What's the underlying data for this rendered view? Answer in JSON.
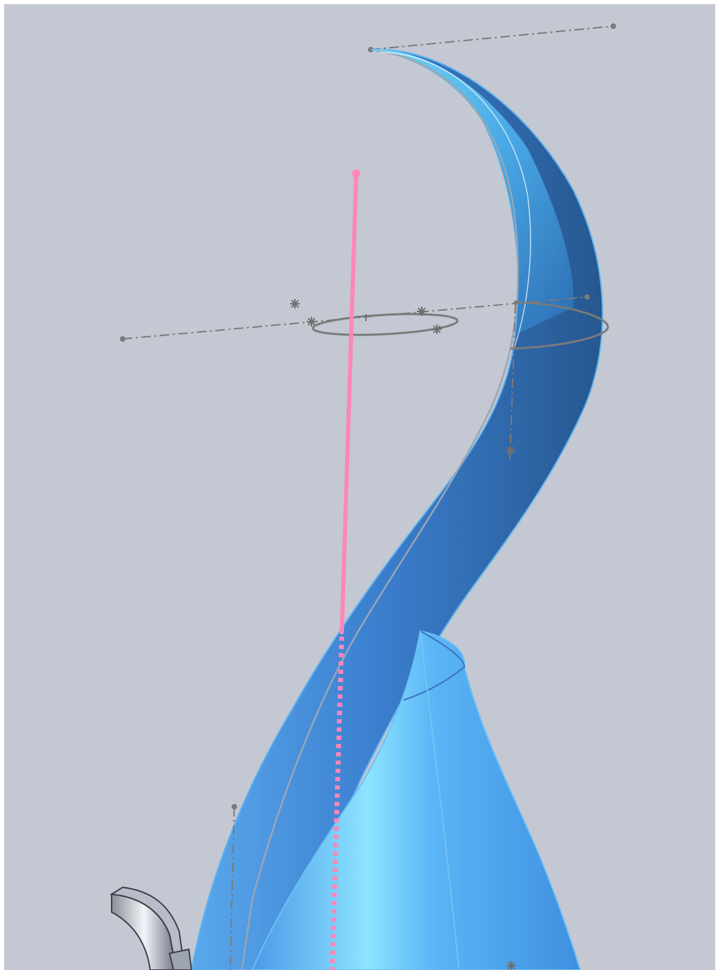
{
  "app": {
    "window_title": "",
    "visible_text": []
  },
  "viewport": {
    "background_color": "#c3c8d2",
    "view_mode": "3d-model-viewport",
    "model": {
      "surface_color": "#3a86d6",
      "surface_highlight_color": "#8fd8ff",
      "surface_shadow_color": "#24528c",
      "path_curve_color": "#ff86b8",
      "sketch_line_color": "#7a7a7a",
      "icons": [
        "swept-s-curve-surface",
        "pink-guide-path",
        "construction-axis",
        "sketch-ellipse",
        "sketch-point",
        "bracket-part"
      ]
    }
  }
}
